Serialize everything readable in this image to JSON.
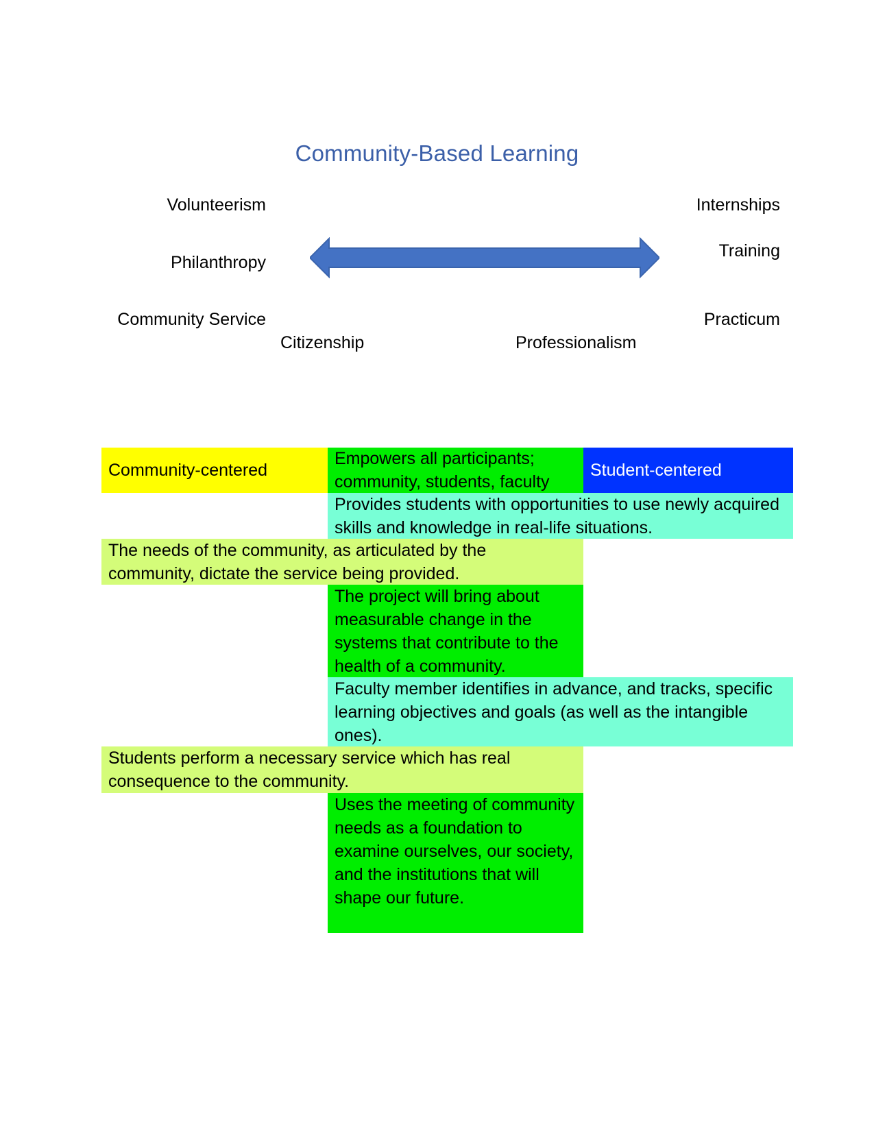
{
  "title": "Community-Based Learning",
  "spectrum": {
    "left": [
      "Volunteerism",
      "Philanthropy",
      "Community Service"
    ],
    "right": [
      "Internships",
      "Training",
      "Practicum"
    ],
    "left_pole": "Citizenship",
    "right_pole": "Professionalism",
    "arrow_color": "#4472c4"
  },
  "table": {
    "community_centered": "Community-centered",
    "empowers": "Empowers all participants; community, students, faculty",
    "student_centered": "Student-centered",
    "provides": "Provides students with opportunities to use newly acquired skills and knowledge in real-life situations.",
    "needs": "The needs of the community, as articulated by the community, dictate the service being provided.",
    "project": "The project will bring about measurable change in the systems that contribute to the health of a community.",
    "faculty": "Faculty member identifies in advance, and tracks, specific learning objectives and goals (as well as the intangible ones).",
    "students_perform": "Students perform a necessary service which has real consequence to the community.",
    "uses": "Uses the meeting of community needs as a foundation to examine ourselves, our society, and the institutions that will shape our future."
  },
  "colors": {
    "yellow": "#ffff00",
    "bright_green": "#00ee00",
    "blue": "#0033ff",
    "aqua": "#78ffd6",
    "light_green": "#d4fc79"
  }
}
